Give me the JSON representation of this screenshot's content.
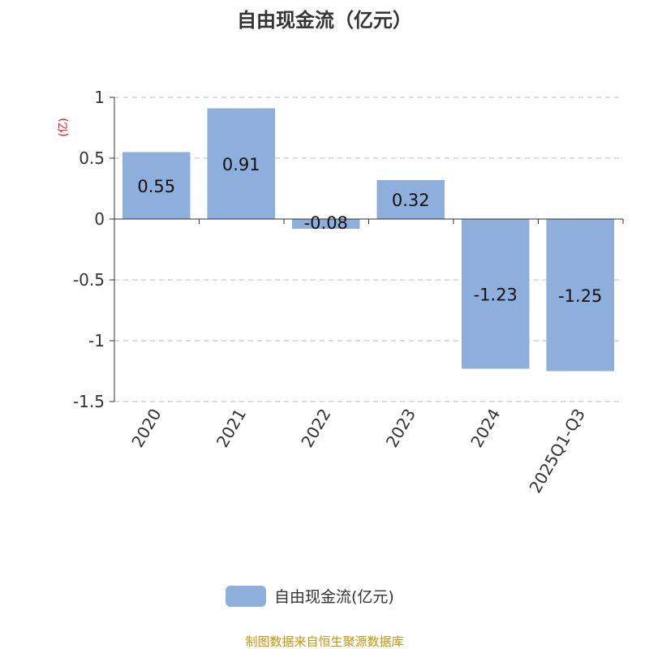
{
  "chart_data": {
    "type": "bar",
    "title": "自由现金流（亿元）",
    "ylabel": "(亿)",
    "xlabel": "",
    "categories": [
      "2020",
      "2021",
      "2022",
      "2023",
      "2024",
      "2025Q1-Q3"
    ],
    "series": [
      {
        "name": "自由现金流(亿元)",
        "values": [
          0.55,
          0.91,
          -0.08,
          0.32,
          -1.23,
          -1.25
        ],
        "color": "#8eaedb"
      }
    ],
    "data_labels": [
      "0.55",
      "0.91",
      "-0.08",
      "0.32",
      "-1.23",
      "-1.25"
    ],
    "ylim": [
      -1.5,
      1
    ],
    "yticks": [
      1,
      0.5,
      0,
      -0.5,
      -1,
      -1.5
    ],
    "ytick_labels": [
      "1",
      "0.5",
      "0",
      "-0.5",
      "-1",
      "-1.5"
    ],
    "grid": true,
    "legend_position": "bottom"
  },
  "source": "制图数据来自恒生聚源数据库",
  "colors": {
    "axis_label": "#ff0000",
    "source": "#c8960a",
    "text": "#333333"
  }
}
